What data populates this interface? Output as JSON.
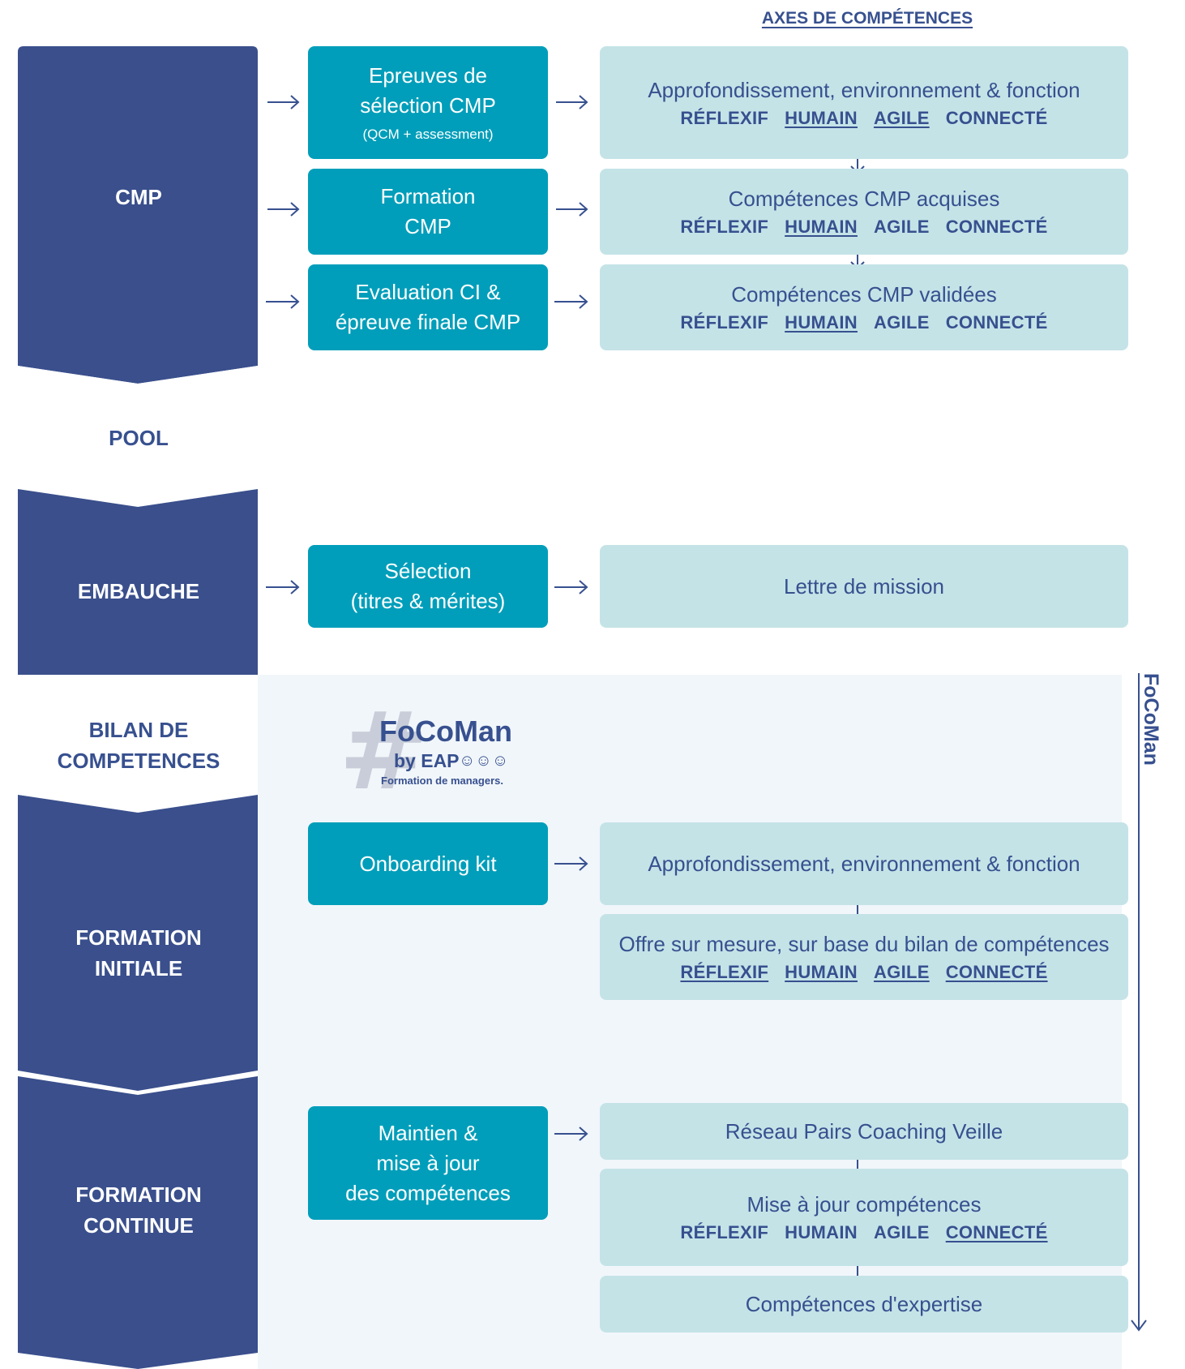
{
  "header": {
    "title": "AXES DE COMPÉTENCES"
  },
  "side_label": "FoCoMan",
  "axes_labels": [
    "RÉFLEXIF",
    "HUMAIN",
    "AGILE",
    "CONNECTÉ"
  ],
  "stages": [
    {
      "id": "cmp",
      "lines": [
        "CMP"
      ],
      "style": "dark"
    },
    {
      "id": "pool",
      "lines": [
        "POOL"
      ],
      "style": "light"
    },
    {
      "id": "embauche",
      "lines": [
        "EMBAUCHE"
      ],
      "style": "dark"
    },
    {
      "id": "bilan",
      "lines": [
        "BILAN DE",
        "COMPETENCES"
      ],
      "style": "light"
    },
    {
      "id": "formation-initiale",
      "lines": [
        "FORMATION",
        "INITIALE"
      ],
      "style": "dark"
    },
    {
      "id": "formation-continue",
      "lines": [
        "FORMATION",
        "CONTINUE"
      ],
      "style": "dark"
    }
  ],
  "steps": {
    "cmp_selection": {
      "lines": [
        "Epreuves de",
        "sélection CMP"
      ],
      "note": "(QCM + assessment)"
    },
    "cmp_formation": {
      "lines": [
        "Formation",
        "CMP"
      ]
    },
    "cmp_evaluation": {
      "lines": [
        "Evaluation CI &",
        "épreuve finale CMP"
      ]
    },
    "embauche_selection": {
      "lines": [
        "Sélection",
        "(titres & mérites)"
      ]
    },
    "onboarding": {
      "lines": [
        "Onboarding kit"
      ]
    },
    "maintien": {
      "lines": [
        "Maintien &",
        "mise à jour",
        "des compétences"
      ]
    }
  },
  "outcomes": {
    "cmp_approfondissement": {
      "text": "Approfondissement, environnement & fonction",
      "underlined_axes": [
        "HUMAIN",
        "AGILE"
      ]
    },
    "cmp_acquises": {
      "text": "Compétences CMP acquises",
      "underlined_axes": [
        "HUMAIN"
      ]
    },
    "cmp_validees": {
      "text": "Compétences CMP validées",
      "underlined_axes": [
        "HUMAIN"
      ]
    },
    "lettre_mission": {
      "text": "Lettre de mission"
    },
    "fi_approfondissement": {
      "text": "Approfondissement, environnement & fonction"
    },
    "fi_offre": {
      "text": "Offre sur mesure, sur base du bilan de compétences",
      "underlined_axes": [
        "RÉFLEXIF",
        "HUMAIN",
        "AGILE",
        "CONNECTÉ"
      ]
    },
    "fc_reseau": {
      "text": "Réseau Pairs Coaching Veille"
    },
    "fc_mise_a_jour": {
      "text": "Mise à jour compétences",
      "underlined_axes": [
        "CONNECTÉ"
      ]
    },
    "fc_expertise": {
      "text": "Compétences d'expertise"
    }
  },
  "logo": {
    "title": "FoCoMan",
    "by": "by EAP",
    "tagline": "Formation de managers."
  },
  "colors": {
    "navy": "#3a4f8c",
    "teal": "#009eba",
    "light_teal": "#c4e3e7",
    "panel_bg": "#f1f6fa",
    "text_navy": "#37508f"
  }
}
